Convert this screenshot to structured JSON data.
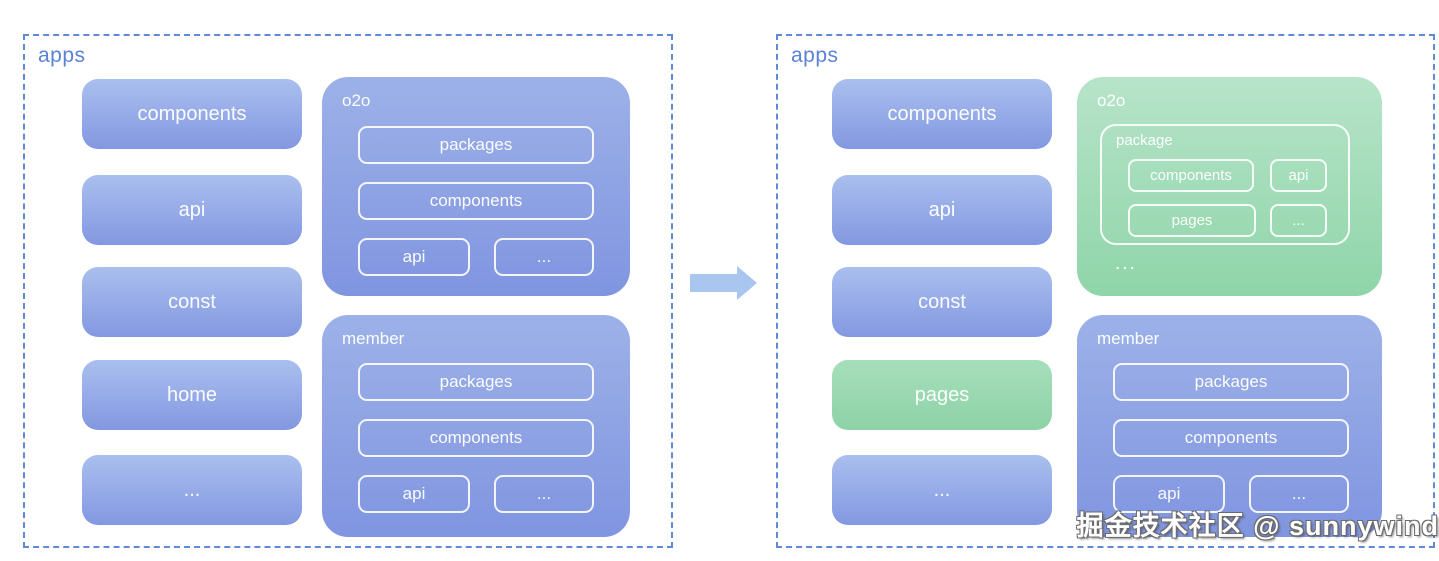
{
  "watermark": "掘金技术社区 @ sunnywind",
  "colors": {
    "blue_box_top": "#aabfee",
    "blue_box_bottom": "#8398e1",
    "blue_group_top": "#9db1e8",
    "blue_group_bottom": "#8095e0",
    "green_group_top": "#b7e4c9",
    "green_group_bottom": "#8fd5a9",
    "green_box_top": "#a6debb",
    "green_box_bottom": "#8ed3a7",
    "panel_border": "#6089d8",
    "panel_label_text": "#5b82d8",
    "arrow": "#a9c6f0",
    "box_text": "#ffffff"
  },
  "before": {
    "label": "apps",
    "column": [
      "components",
      "api",
      "const",
      "home",
      "..."
    ],
    "o2o": {
      "label": "o2o",
      "items": [
        "packages",
        "components",
        "api",
        "..."
      ]
    },
    "member": {
      "label": "member",
      "items": [
        "packages",
        "components",
        "api",
        "..."
      ]
    }
  },
  "after": {
    "label": "apps",
    "column": [
      "components",
      "api",
      "const",
      "pages",
      "..."
    ],
    "o2o": {
      "label": "o2o",
      "package": {
        "label": "package",
        "items": [
          "components",
          "api",
          "pages",
          "..."
        ]
      },
      "more": "..."
    },
    "member": {
      "label": "member",
      "items": [
        "packages",
        "components",
        "api",
        "..."
      ]
    }
  }
}
